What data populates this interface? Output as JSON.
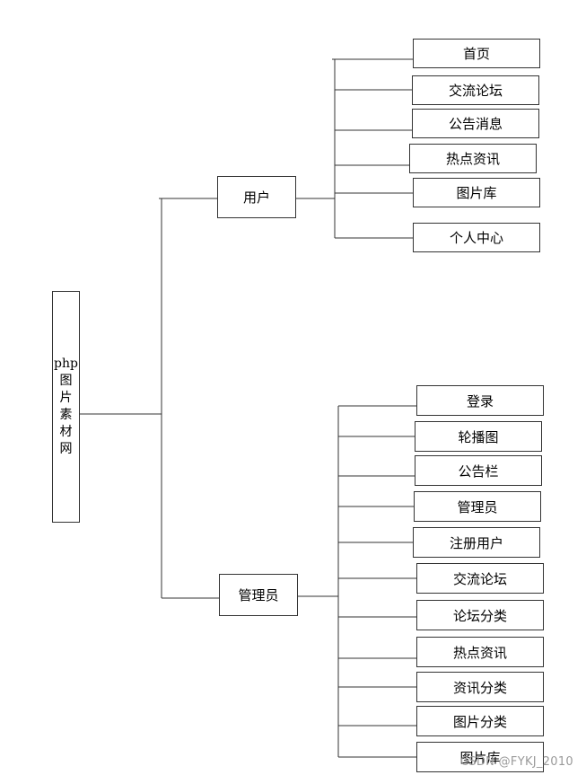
{
  "diagram": {
    "root": {
      "label": "php图片素材网"
    },
    "branches": [
      {
        "label": "用户",
        "children": [
          "首页",
          "交流论坛",
          "公告消息",
          "热点资讯",
          "图片库",
          "个人中心"
        ]
      },
      {
        "label": "管理员",
        "children": [
          "登录",
          "轮播图",
          "公告栏",
          "管理员",
          "注册用户",
          "交流论坛",
          "论坛分类",
          "热点资讯",
          "资讯分类",
          "图片分类",
          "图片库"
        ]
      }
    ]
  },
  "watermark": "CSDN @FYKJ_2010",
  "colors": {
    "line": "#333333",
    "box_border": "#333333",
    "watermark": "#9a9a9a"
  }
}
